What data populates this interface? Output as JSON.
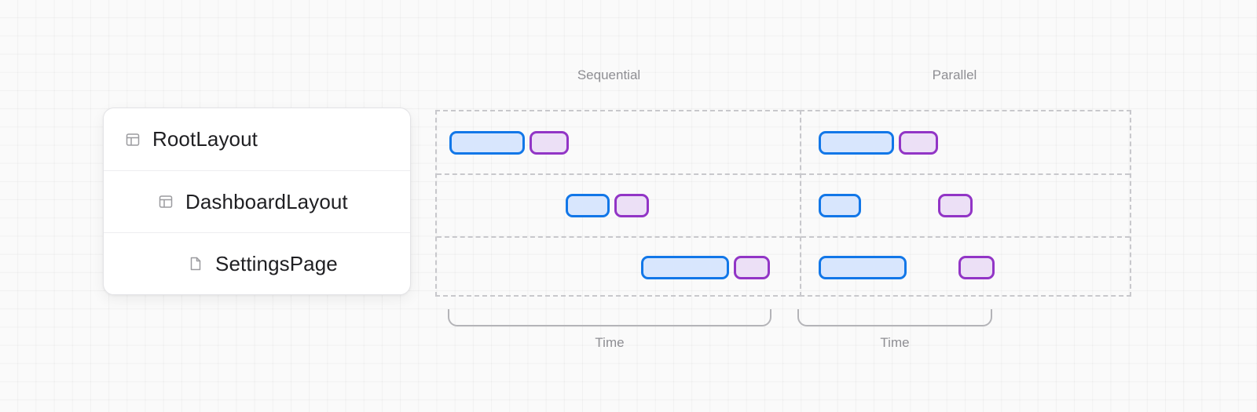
{
  "tree": {
    "items": [
      {
        "label": "RootLayout",
        "icon": "layout-icon",
        "depth": 0
      },
      {
        "label": "DashboardLayout",
        "icon": "layout-icon",
        "depth": 1
      },
      {
        "label": "SettingsPage",
        "icon": "document-icon",
        "depth": 2
      }
    ]
  },
  "columns": [
    {
      "id": "sequential",
      "title": "Sequential",
      "time_label": "Time"
    },
    {
      "id": "parallel",
      "title": "Parallel",
      "time_label": "Time"
    }
  ],
  "colors": {
    "load_fill": "#d8e6fd",
    "load_border": "#1277e8",
    "render_fill": "#ece0f6",
    "render_border": "#9235c6",
    "dashed_border": "#c8c8cc",
    "muted_text": "#8e8e93",
    "label_text": "#1f1f22",
    "canvas_bg": "#fafafa"
  },
  "chart_data": {
    "type": "bar",
    "title": "Sequential vs Parallel data loading timeline",
    "xlabel": "Time",
    "ylabel": "",
    "grid": true,
    "legend_position": "none",
    "rows": [
      "RootLayout",
      "DashboardLayout",
      "SettingsPage"
    ],
    "phases": [
      {
        "name": "load",
        "fill": "#d8e6fd",
        "border": "#1277e8"
      },
      {
        "name": "render",
        "fill": "#ece0f6",
        "border": "#9235c6"
      }
    ],
    "panels": [
      {
        "name": "Sequential",
        "bars": [
          {
            "row": 0,
            "phase": "load",
            "start": 16,
            "width": 96
          },
          {
            "row": 0,
            "phase": "render",
            "start": 118,
            "width": 50
          },
          {
            "row": 1,
            "phase": "load",
            "start": 164,
            "width": 56
          },
          {
            "row": 1,
            "phase": "render",
            "start": 226,
            "width": 44
          },
          {
            "row": 2,
            "phase": "load",
            "start": 260,
            "width": 112
          },
          {
            "row": 2,
            "phase": "render",
            "start": 378,
            "width": 46
          }
        ]
      },
      {
        "name": "Parallel",
        "bars": [
          {
            "row": 0,
            "phase": "load",
            "start": 22,
            "width": 96
          },
          {
            "row": 0,
            "phase": "render",
            "start": 124,
            "width": 50
          },
          {
            "row": 1,
            "phase": "load",
            "start": 22,
            "width": 54
          },
          {
            "row": 1,
            "phase": "render",
            "start": 174,
            "width": 44
          },
          {
            "row": 2,
            "phase": "load",
            "start": 22,
            "width": 112
          },
          {
            "row": 2,
            "phase": "render",
            "start": 200,
            "width": 46
          }
        ]
      }
    ]
  }
}
